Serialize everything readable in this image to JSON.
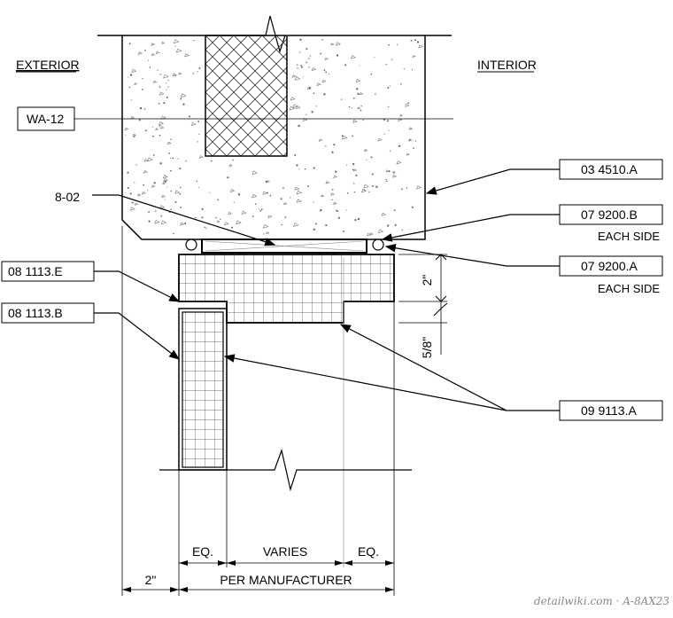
{
  "labels": {
    "exterior": "EXTERIOR",
    "interior": "INTERIOR",
    "wall_tag": "WA-12",
    "callout_8_02": "8-02",
    "tag_03_4510_a": "03 4510.A",
    "tag_07_9200_b": "07 9200.B",
    "each_side_1": "EACH SIDE",
    "tag_07_9200_a": "07 9200.A",
    "each_side_2": "EACH SIDE",
    "tag_08_1113_e": "08 1113.E",
    "tag_08_1113_b": "08 1113.B",
    "tag_09_9113_a": "09 9113.A"
  },
  "dimensions": {
    "head_depth": "2\"",
    "reveal": "5/8\"",
    "eq_left": "EQ.",
    "varies": "VARIES",
    "eq_right": "EQ.",
    "offset": "2\"",
    "per_manufacturer": "PER MANUFACTURER"
  },
  "watermark": "detailwiki.com · A-8AX23",
  "colors": {
    "line": "#000000",
    "hatch": "#555555",
    "light": "#999999"
  }
}
